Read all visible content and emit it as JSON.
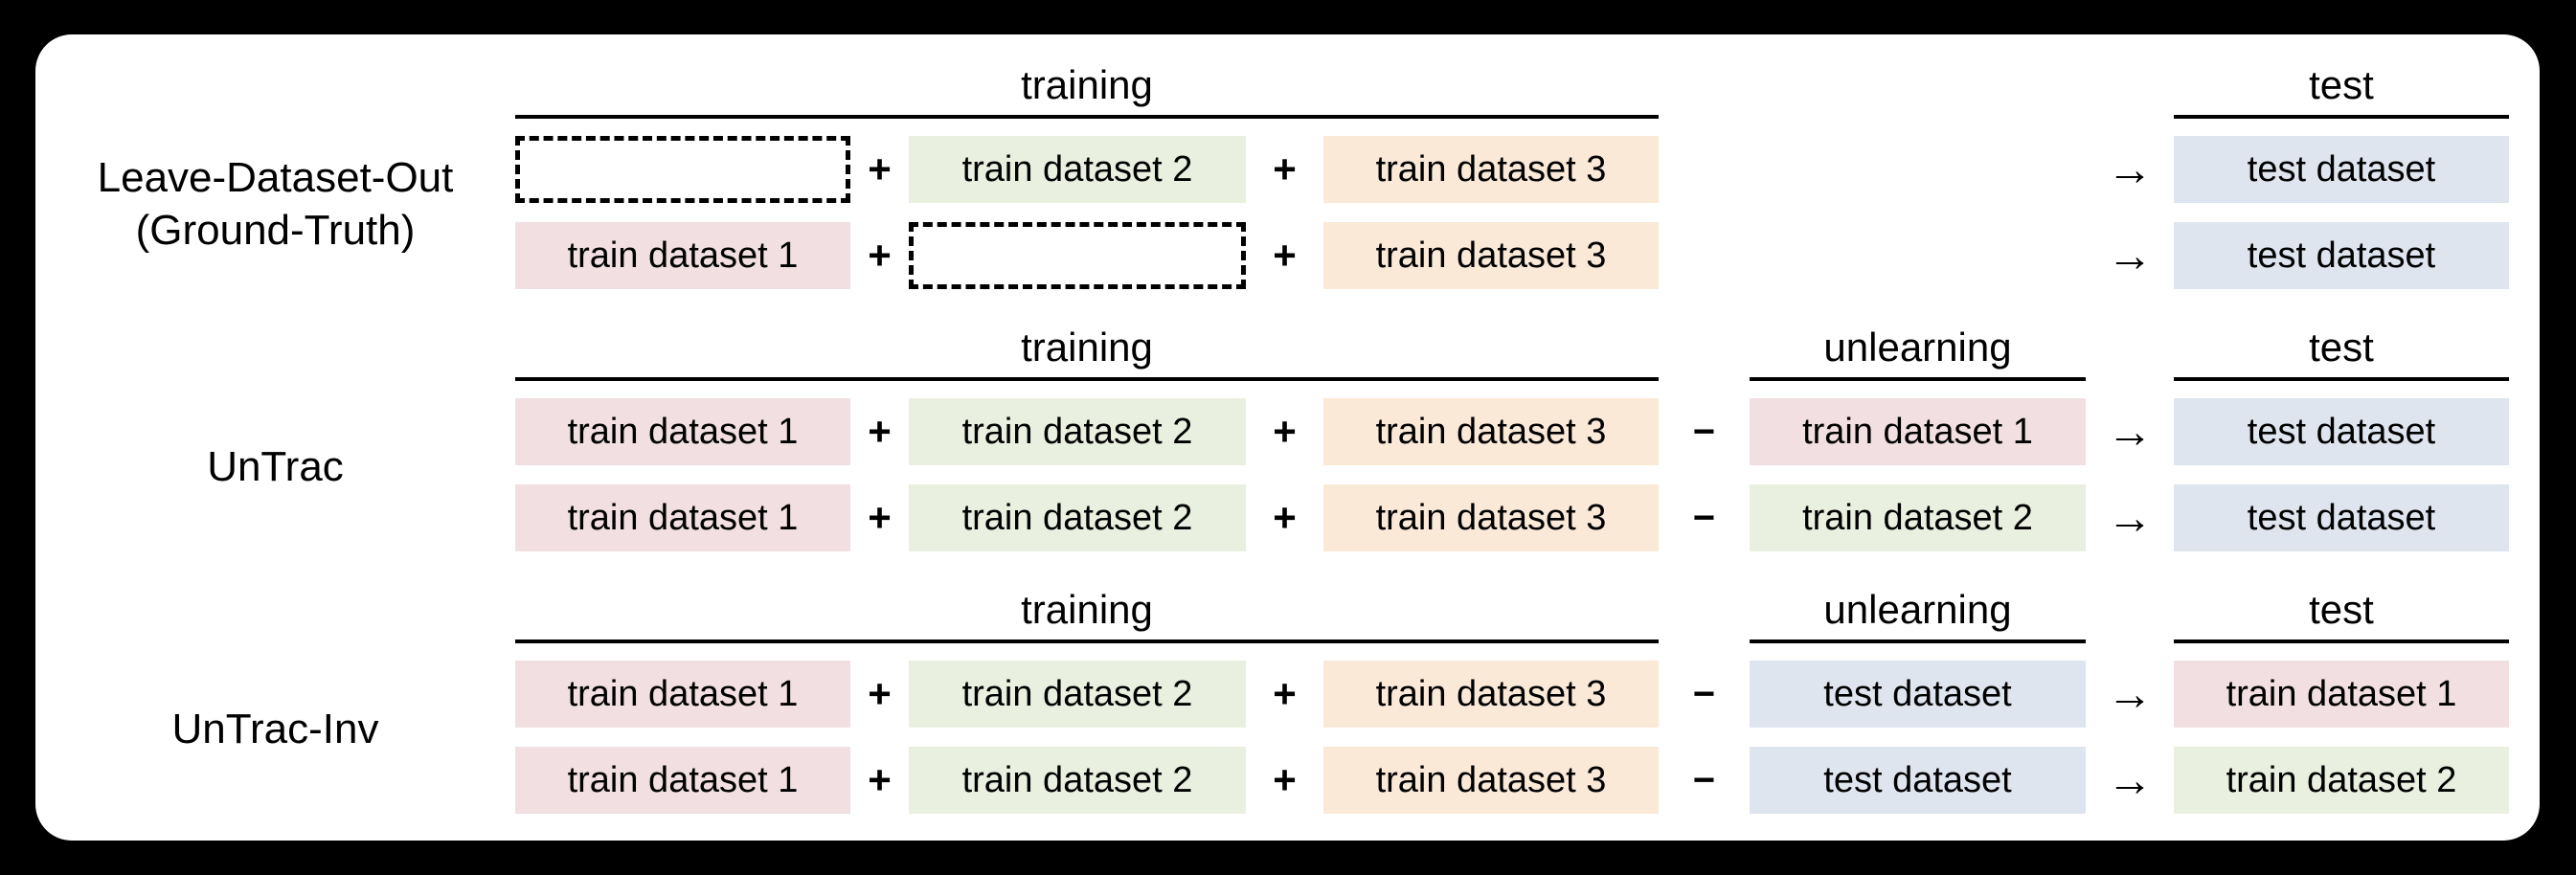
{
  "colors": {
    "background": "#000000",
    "card": "#ffffff",
    "rule": "#000000",
    "text": "#000000",
    "train1": "#f2dfe1",
    "train2": "#eaf0df",
    "train3": "#fbe9d8",
    "test": "#dee5ef"
  },
  "operators": {
    "plus": "+",
    "minus": "−",
    "arrow": "→"
  },
  "datasets": {
    "train1": "train dataset 1",
    "train2": "train dataset 2",
    "train3": "train dataset 3",
    "test": "test dataset"
  },
  "sections": [
    {
      "id": "leave-dataset-out",
      "method_lines": [
        "Leave-Dataset-Out",
        "(Ground-Truth)"
      ],
      "headers": {
        "training": "training",
        "unlearning": "",
        "test": "test"
      },
      "rows": [
        {
          "c1": {
            "kind": "dashed",
            "fill": "",
            "label": ""
          },
          "op1": "+",
          "c2": {
            "kind": "box",
            "fill": "train2",
            "label": "train dataset 2"
          },
          "op2": "+",
          "c3": {
            "kind": "box",
            "fill": "train3",
            "label": "train dataset 3"
          },
          "op3": "",
          "c4": {
            "kind": "none",
            "fill": "",
            "label": ""
          },
          "op4": "→",
          "c5": {
            "kind": "box",
            "fill": "test",
            "label": "test dataset"
          }
        },
        {
          "c1": {
            "kind": "box",
            "fill": "train1",
            "label": "train dataset 1"
          },
          "op1": "+",
          "c2": {
            "kind": "dashed",
            "fill": "",
            "label": ""
          },
          "op2": "+",
          "c3": {
            "kind": "box",
            "fill": "train3",
            "label": "train dataset 3"
          },
          "op3": "",
          "c4": {
            "kind": "none",
            "fill": "",
            "label": ""
          },
          "op4": "→",
          "c5": {
            "kind": "box",
            "fill": "test",
            "label": "test dataset"
          }
        }
      ]
    },
    {
      "id": "untrac",
      "method_lines": [
        "UnTrac"
      ],
      "headers": {
        "training": "training",
        "unlearning": "unlearning",
        "test": "test"
      },
      "rows": [
        {
          "c1": {
            "kind": "box",
            "fill": "train1",
            "label": "train dataset 1"
          },
          "op1": "+",
          "c2": {
            "kind": "box",
            "fill": "train2",
            "label": "train dataset 2"
          },
          "op2": "+",
          "c3": {
            "kind": "box",
            "fill": "train3",
            "label": "train dataset 3"
          },
          "op3": "−",
          "c4": {
            "kind": "box",
            "fill": "train1",
            "label": "train dataset 1"
          },
          "op4": "→",
          "c5": {
            "kind": "box",
            "fill": "test",
            "label": "test dataset"
          }
        },
        {
          "c1": {
            "kind": "box",
            "fill": "train1",
            "label": "train dataset 1"
          },
          "op1": "+",
          "c2": {
            "kind": "box",
            "fill": "train2",
            "label": "train dataset 2"
          },
          "op2": "+",
          "c3": {
            "kind": "box",
            "fill": "train3",
            "label": "train dataset 3"
          },
          "op3": "−",
          "c4": {
            "kind": "box",
            "fill": "train2",
            "label": "train dataset 2"
          },
          "op4": "→",
          "c5": {
            "kind": "box",
            "fill": "test",
            "label": "test dataset"
          }
        }
      ]
    },
    {
      "id": "untrac-inv",
      "method_lines": [
        "UnTrac-Inv"
      ],
      "headers": {
        "training": "training",
        "unlearning": "unlearning",
        "test": "test"
      },
      "rows": [
        {
          "c1": {
            "kind": "box",
            "fill": "train1",
            "label": "train dataset 1"
          },
          "op1": "+",
          "c2": {
            "kind": "box",
            "fill": "train2",
            "label": "train dataset 2"
          },
          "op2": "+",
          "c3": {
            "kind": "box",
            "fill": "train3",
            "label": "train dataset 3"
          },
          "op3": "−",
          "c4": {
            "kind": "box",
            "fill": "test",
            "label": "test dataset"
          },
          "op4": "→",
          "c5": {
            "kind": "box",
            "fill": "train1",
            "label": "train dataset 1"
          }
        },
        {
          "c1": {
            "kind": "box",
            "fill": "train1",
            "label": "train dataset 1"
          },
          "op1": "+",
          "c2": {
            "kind": "box",
            "fill": "train2",
            "label": "train dataset 2"
          },
          "op2": "+",
          "c3": {
            "kind": "box",
            "fill": "train3",
            "label": "train dataset 3"
          },
          "op3": "−",
          "c4": {
            "kind": "box",
            "fill": "test",
            "label": "test dataset"
          },
          "op4": "→",
          "c5": {
            "kind": "box",
            "fill": "train2",
            "label": "train dataset 2"
          }
        }
      ]
    }
  ]
}
